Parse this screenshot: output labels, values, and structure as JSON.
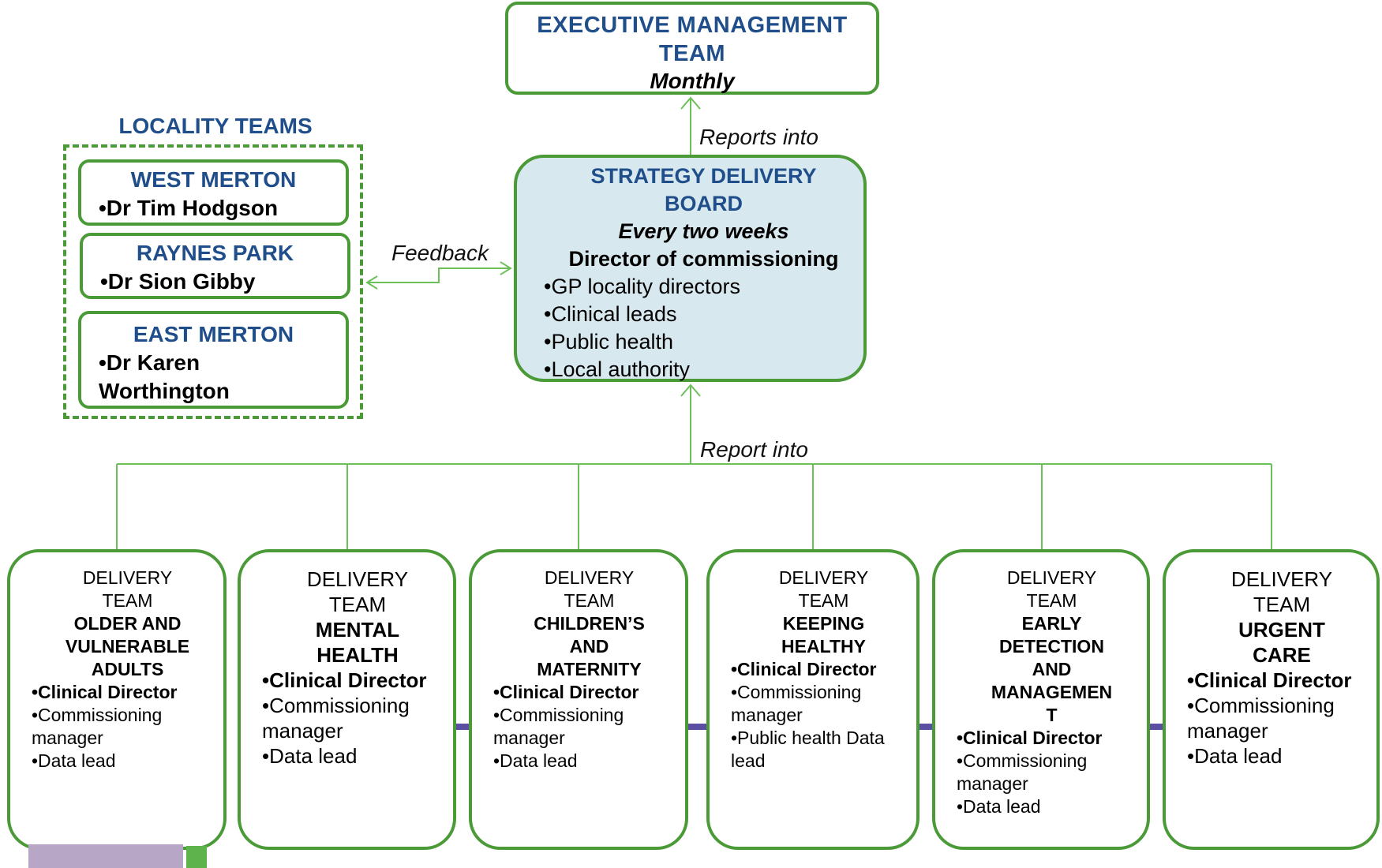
{
  "executive": {
    "title_lines": [
      "EXECUTIVE MANAGEMENT",
      "TEAM"
    ],
    "frequency": "Monthly"
  },
  "labels": {
    "reports_into": "Reports into",
    "feedback": "Feedback",
    "report_into": "Report into"
  },
  "board": {
    "title_lines": [
      "STRATEGY DELIVERY",
      "BOARD"
    ],
    "frequency": "Every two weeks",
    "lead": "Director of commissioning",
    "members": [
      "•GP locality directors",
      "•Clinical leads",
      "•Public health",
      "•Local authority"
    ]
  },
  "locality": {
    "title": "LOCALITY TEAMS",
    "teams": [
      {
        "name": "WEST MERTON",
        "lead": "•Dr Tim Hodgson"
      },
      {
        "name": "RAYNES PARK",
        "lead": "•Dr Sion Gibby"
      },
      {
        "name": "EAST MERTON",
        "lead_lines": [
          "•Dr Karen",
          "Worthington"
        ]
      }
    ]
  },
  "delivery_teams": [
    {
      "label_lines": [
        "DELIVERY",
        "TEAM"
      ],
      "name_lines": [
        "OLDER AND",
        "VULNERABLE",
        "ADULTS"
      ],
      "roles": [
        "•Clinical Director",
        "•Commissioning",
        "manager",
        "•Data lead"
      ]
    },
    {
      "label_lines": [
        "DELIVERY",
        "TEAM"
      ],
      "name_lines": [
        "MENTAL",
        "HEALTH"
      ],
      "roles": [
        "•Clinical Director",
        "•Commissioning",
        "manager",
        "•Data lead"
      ]
    },
    {
      "label_lines": [
        "DELIVERY",
        "TEAM"
      ],
      "name_lines": [
        "CHILDREN’S",
        "AND",
        "MATERNITY"
      ],
      "roles": [
        "•Clinical Director",
        "•Commissioning",
        "manager",
        "•Data lead"
      ]
    },
    {
      "label_lines": [
        "DELIVERY",
        "TEAM"
      ],
      "name_lines": [
        "KEEPING",
        "HEALTHY"
      ],
      "roles": [
        "•Clinical Director",
        "•Commissioning",
        "manager",
        "•Public health Data",
        "lead"
      ]
    },
    {
      "label_lines": [
        "DELIVERY",
        "TEAM"
      ],
      "name_lines": [
        "EARLY",
        "DETECTION",
        "AND",
        "MANAGEMEN",
        "T"
      ],
      "roles": [
        "•Clinical Director",
        "•Commissioning",
        "manager",
        "•Data lead"
      ]
    },
    {
      "label_lines": [
        "DELIVERY",
        "TEAM"
      ],
      "name_lines": [
        "URGENT",
        "CARE"
      ],
      "roles": [
        "•Clinical Director",
        "•Commissioning",
        "manager",
        "•Data lead"
      ]
    }
  ],
  "colors": {
    "border_green": "#4b9a38",
    "line_green": "#6cc05a",
    "title_navy": "#1f4e8a",
    "board_fill": "#d7e8ef",
    "purple_bar": "#5a4fa3"
  }
}
